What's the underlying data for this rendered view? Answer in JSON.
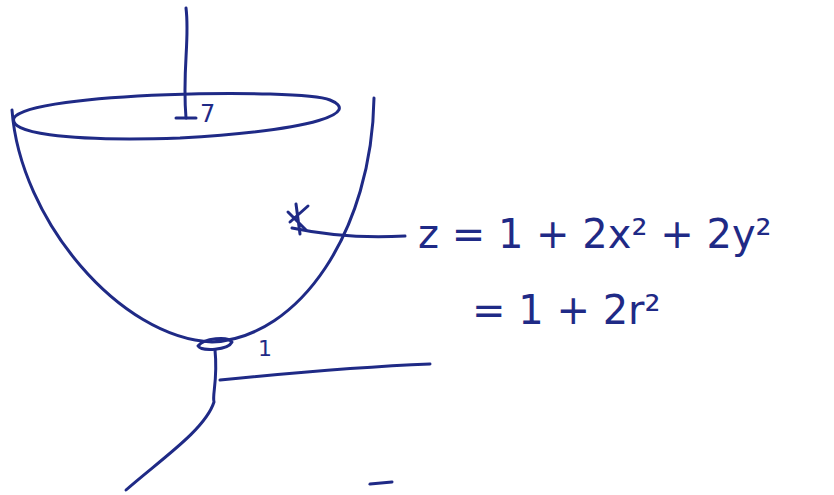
{
  "diagram": {
    "labels": [
      "7",
      "1",
      "z = 1 + 2x² + 2y²",
      "= 1 + 2r²"
    ]
  }
}
